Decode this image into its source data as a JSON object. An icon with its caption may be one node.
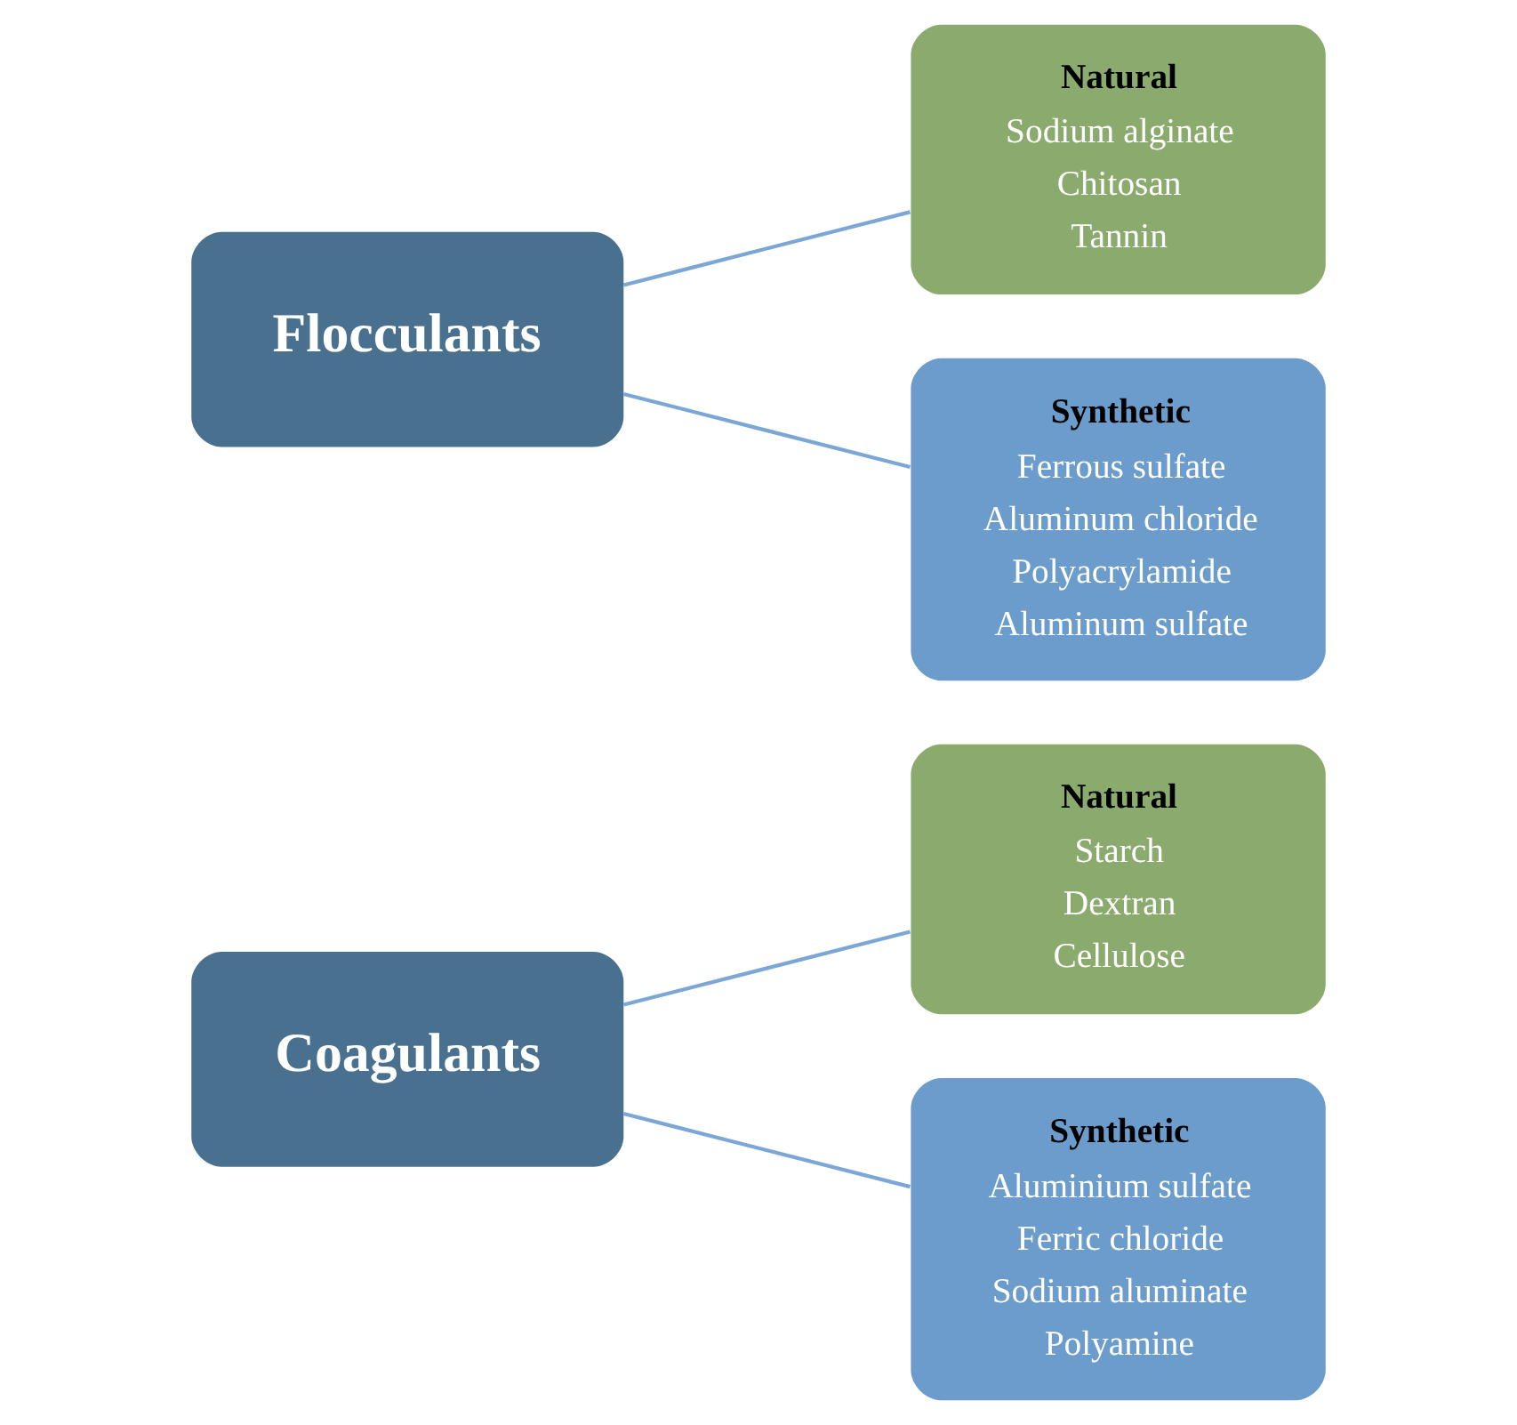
{
  "diagram": {
    "nodes": [
      {
        "text": [
          "Coagulants"
        ]
      },
      {
        "text": [
          "Natural",
          "Starch",
          "Dextran",
          "Cellulose"
        ]
      },
      {
        "text": [
          "Synthetic",
          "Aluminium sulfate",
          "Ferric chloride",
          "Sodium aluminate",
          "Polyamine"
        ]
      },
      {
        "text": [
          "Flocculants"
        ]
      },
      {
        "text": [
          "Natural",
          "Sodium alginate",
          "Chitosan",
          "Tannin"
        ]
      },
      {
        "text": [
          "Synthetic",
          "Ferrous sulfate",
          "Aluminum chloride",
          "Polyacrylamide",
          "Aluminum sulfate"
        ]
      }
    ],
    "edges": [
      {
        "from": 0,
        "to": 1,
        "arrow": "none"
      },
      {
        "from": 0,
        "to": 2,
        "arrow": "none"
      },
      {
        "from": 3,
        "to": 4,
        "arrow": "none"
      },
      {
        "from": 3,
        "to": 5,
        "arrow": "none"
      }
    ]
  }
}
